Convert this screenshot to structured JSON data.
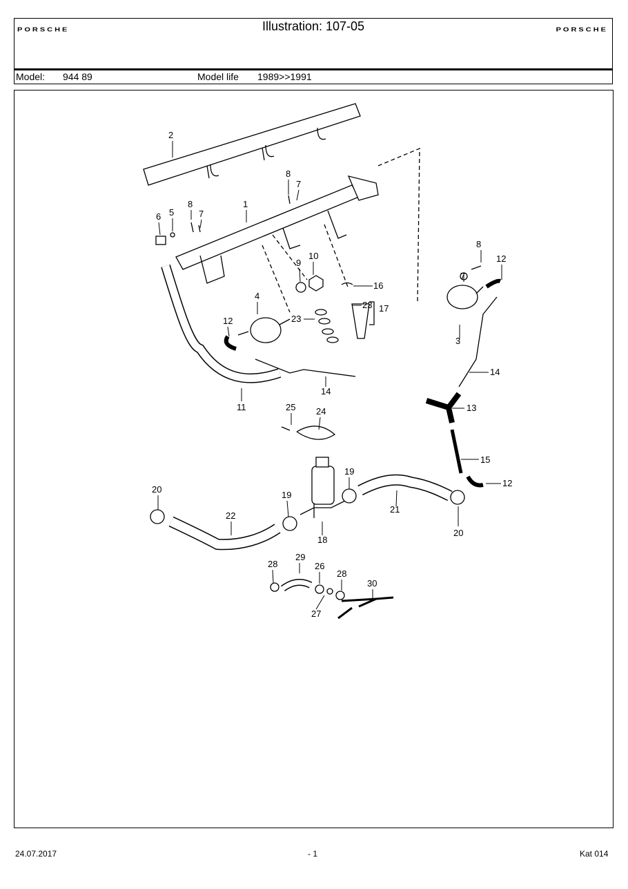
{
  "header": {
    "logo_left": "PORSCHE",
    "logo_right": "PORSCHE",
    "title": "Illustration: 107-05",
    "model_label": "Model:",
    "model_value": "944 89",
    "model_life_label": "Model life",
    "model_life_value": "1989>>1991"
  },
  "diagram": {
    "part_labels": [
      "1",
      "2",
      "3",
      "4",
      "5",
      "6",
      "7",
      "7",
      "7",
      "8",
      "8",
      "8",
      "9",
      "10",
      "11",
      "12",
      "12",
      "12",
      "13",
      "14",
      "14",
      "15",
      "16",
      "17",
      "18",
      "19",
      "19",
      "20",
      "20",
      "21",
      "22",
      "23",
      "23",
      "24",
      "25",
      "26",
      "27",
      "28",
      "28",
      "29",
      "30"
    ]
  },
  "footer": {
    "date": "24.07.2017",
    "page": "- 1",
    "catalog": "Kat 014"
  }
}
